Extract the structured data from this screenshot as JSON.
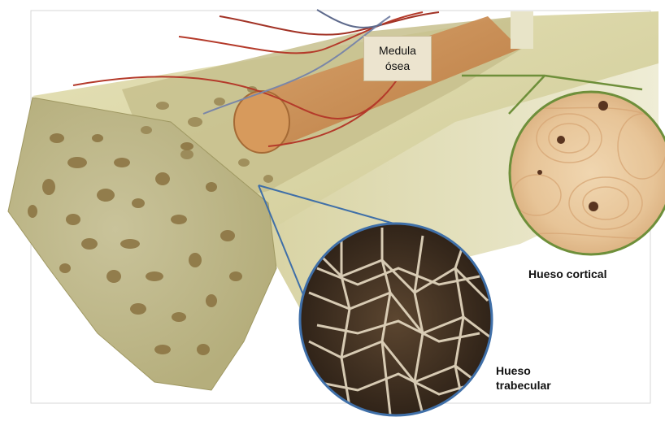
{
  "labels": {
    "marrow_line1": "Medula",
    "marrow_line2": "ósea",
    "cortical": "Hueso cortical",
    "trabecular_line1": "Hueso",
    "trabecular_line2": "trabecular"
  },
  "colors": {
    "bone_surface": "#d9d5a8",
    "bone_shadow": "#a9a36a",
    "spongy_pore": "#8a7240",
    "marrow": "#c98b4f",
    "cortical_zoom_border": "#6e8f3a",
    "trabecular_zoom_border": "#3f6fa8",
    "blood_vessel_red": "#b43a2a",
    "blood_vessel_blue": "#7a86a8"
  }
}
